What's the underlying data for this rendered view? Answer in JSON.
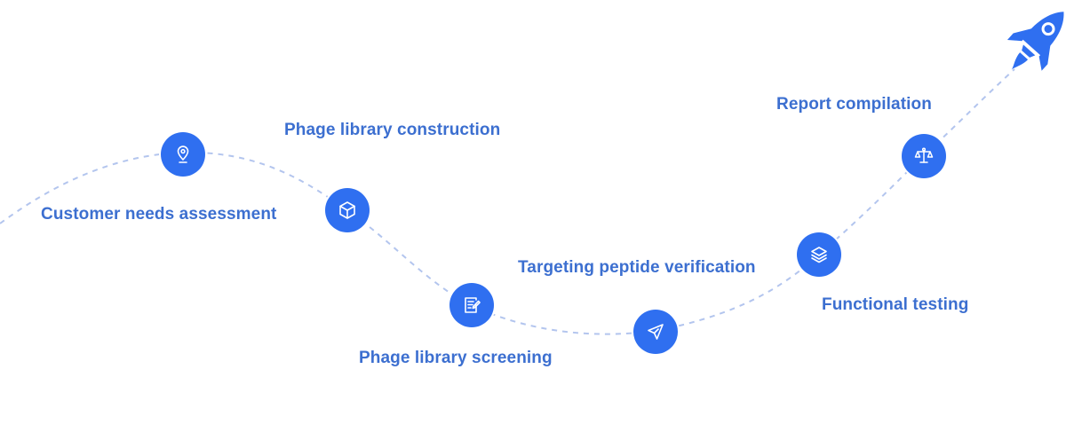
{
  "colors": {
    "accent": "#2f6ff0",
    "label": "#3c6fd0",
    "path": "#b3c5ee"
  },
  "steps": [
    {
      "label": "Customer needs assessment",
      "icon": "location-pin-icon"
    },
    {
      "label": "Phage library construction",
      "icon": "cube-icon"
    },
    {
      "label": "Phage library screening",
      "icon": "document-edit-icon"
    },
    {
      "label": "Targeting peptide verification",
      "icon": "paper-plane-icon"
    },
    {
      "label": "Functional testing",
      "icon": "layers-icon"
    },
    {
      "label": "Report compilation",
      "icon": "balance-scale-icon"
    }
  ],
  "end_icon": "rocket-icon"
}
